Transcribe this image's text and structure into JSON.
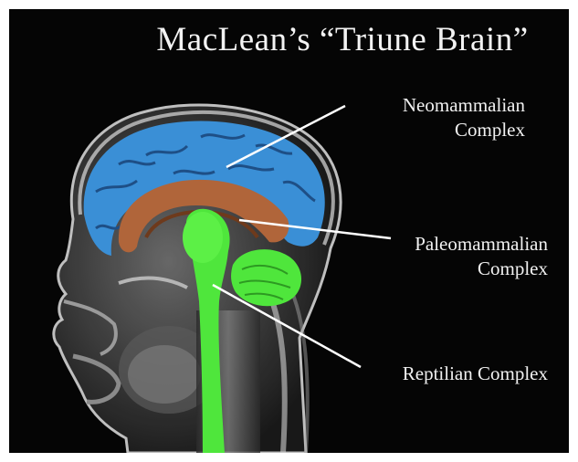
{
  "title": "MacLean’s “Triune Brain”",
  "labels": {
    "neomammalian": [
      "Neomammalian",
      "Complex"
    ],
    "paleomammalian": [
      "Paleomammalian",
      "Complex"
    ],
    "reptilian": "Reptilian Complex"
  },
  "colors": {
    "background": "#050505",
    "neomammalian": "#3a8fd6",
    "paleomammalian": "#b0653a",
    "reptilian": "#4fe63c",
    "text": "#f1f1f1"
  },
  "icons": [
    "mri-head-silhouette"
  ]
}
